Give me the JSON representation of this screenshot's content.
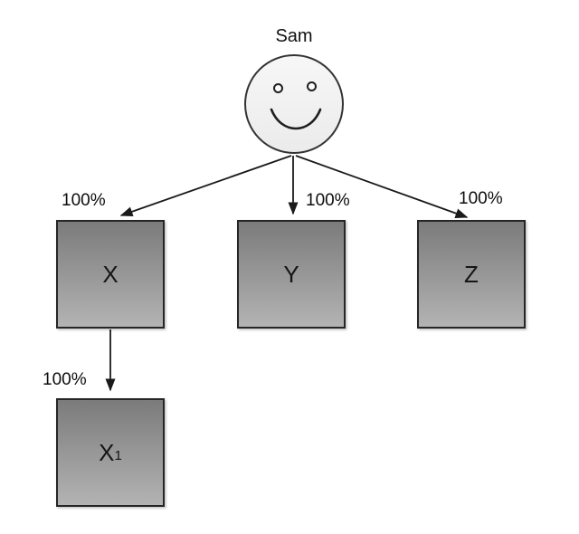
{
  "person": {
    "name": "Sam"
  },
  "entities": [
    {
      "id": "X",
      "label": "X",
      "subscript": ""
    },
    {
      "id": "Y",
      "label": "Y",
      "subscript": ""
    },
    {
      "id": "Z",
      "label": "Z",
      "subscript": ""
    },
    {
      "id": "X1",
      "label": "X",
      "subscript": "1"
    }
  ],
  "edges": [
    {
      "from": "Sam",
      "to": "X",
      "label": "100%"
    },
    {
      "from": "Sam",
      "to": "Y",
      "label": "100%"
    },
    {
      "from": "Sam",
      "to": "Z",
      "label": "100%"
    },
    {
      "from": "X",
      "to": "X1",
      "label": "100%"
    }
  ],
  "colors": {
    "background": "#ffffff",
    "box_gradient_top": "#7b7b7b",
    "box_gradient_bottom": "#b3b3b3",
    "box_border": "#262626",
    "face_fill_top": "#f7f7f7",
    "face_fill_bottom": "#ebebeb",
    "line": "#1a1a1a",
    "text": "#111111"
  }
}
